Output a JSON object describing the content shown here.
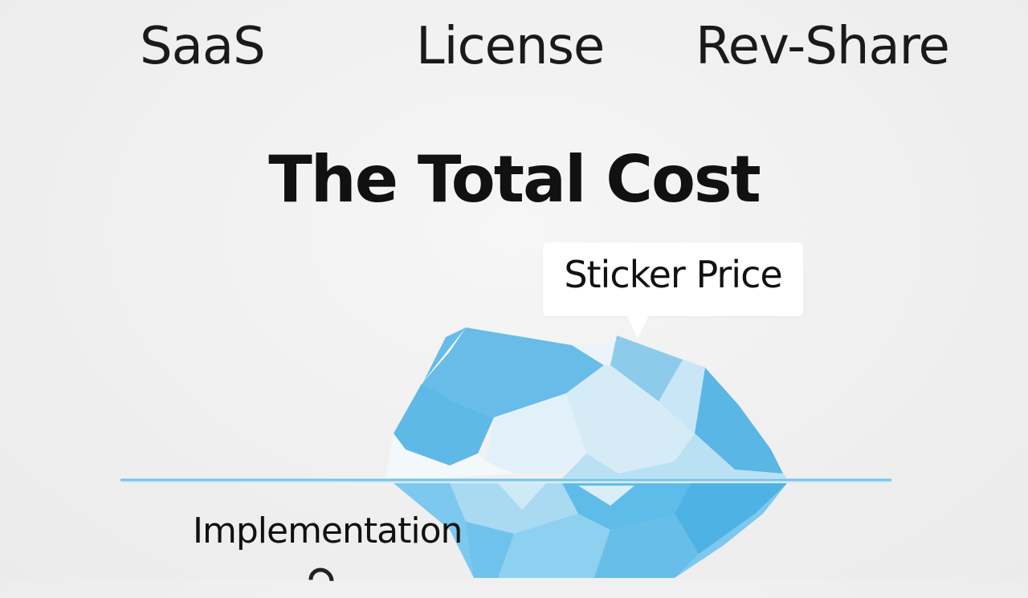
{
  "models": [
    "SaaS",
    "License",
    "Rev-Share"
  ],
  "title": "The Total Cost",
  "callout": "Sticker Price",
  "below_labels": [
    "Implementation"
  ],
  "colors": {
    "ice_light": "#e8f4fb",
    "ice_mid": "#9fd4ee",
    "ice_dark": "#5cb8e6",
    "waterline": "#6cc3ec",
    "text": "#111111"
  }
}
